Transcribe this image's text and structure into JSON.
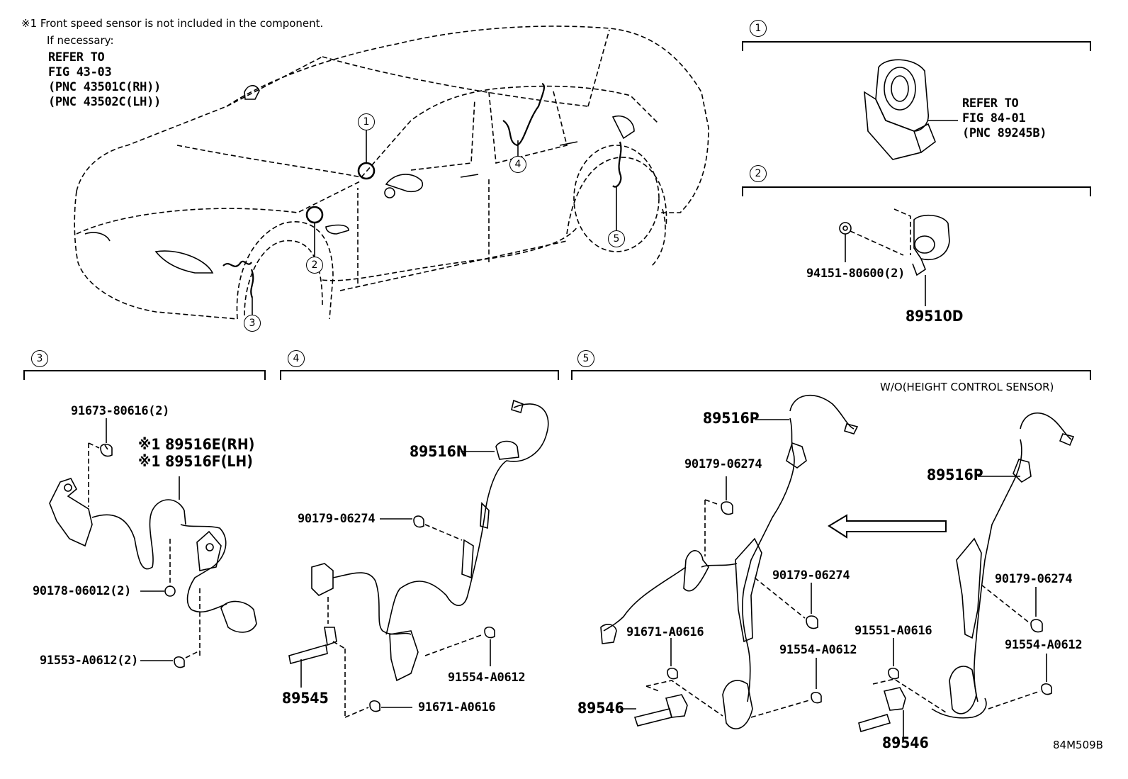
{
  "notes": {
    "line1": "※1 Front speed sensor is not included in the component.",
    "line2": "If necessary:",
    "ref_lines": [
      "REFER TO",
      "FIG 43-03",
      "(PNC 43501C(RH))",
      "(PNC 43502C(LH))"
    ]
  },
  "callouts": [
    "1",
    "2",
    "3",
    "4",
    "5"
  ],
  "section1": {
    "num": "1",
    "ref_lines": [
      "REFER TO",
      "FIG 84-01",
      "(PNC 89245B)"
    ]
  },
  "section2": {
    "num": "2",
    "bolt": "94151-80600(2)",
    "part": "89510D"
  },
  "section3": {
    "num": "3",
    "bolt_top": "91673-80616(2)",
    "sensor_rh": "※1 89516E(RH)",
    "sensor_lh": "※1 89516F(LH)",
    "nut": "90178-06012(2)",
    "bolt_bottom": "91553-A0612(2)"
  },
  "section4": {
    "num": "4",
    "harness": "89516N",
    "nut": "90179-06274",
    "sensor": "89545",
    "bolt_right": "91554-A0612",
    "bolt_bottom": "91671-A0616"
  },
  "section5": {
    "num": "5",
    "variant": "W/O(HEIGHT CONTROL SENSOR)",
    "harness_left": "89516P",
    "nut_left": "90179-06274",
    "nut_mid": "90179-06274",
    "bolt_left": "91671-A0616",
    "bolt_mid": "91554-A0612",
    "sensor_left": "89546",
    "harness_right": "89516P",
    "bolt_right_top": "91551-A0616",
    "nut_right": "90179-06274",
    "bolt_right": "91554-A0612",
    "sensor_right": "89546"
  },
  "figure_code": "84M509B"
}
